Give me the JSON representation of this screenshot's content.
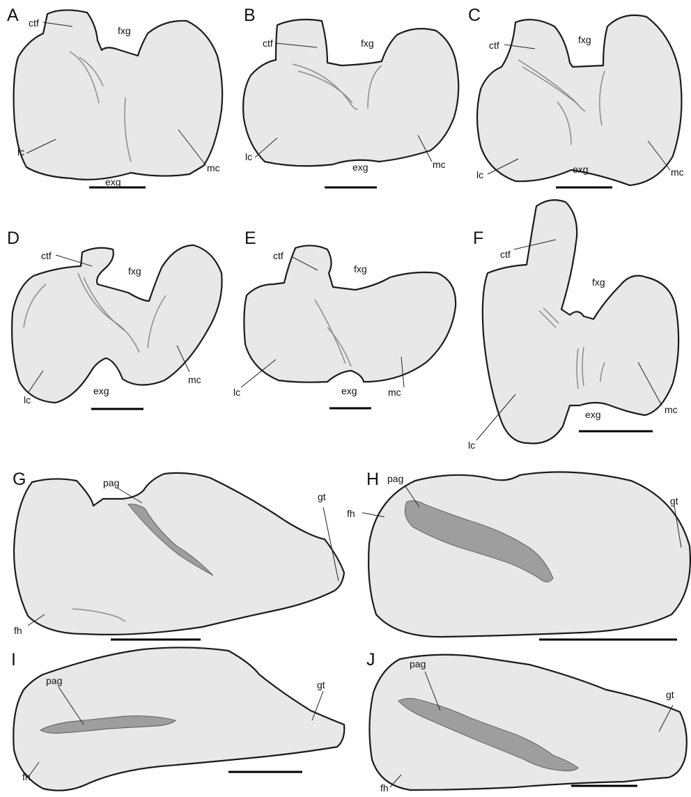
{
  "panels": {
    "A": {
      "letter": "A",
      "ctf": "ctf",
      "fxg": "fxg",
      "lc": "lc",
      "mc": "mc",
      "exg": "exg"
    },
    "B": {
      "letter": "B",
      "ctf": "ctf",
      "fxg": "fxg",
      "lc": "lc",
      "mc": "mc",
      "exg": "exg"
    },
    "C": {
      "letter": "C",
      "ctf": "ctf",
      "fxg": "fxg",
      "lc": "lc",
      "mc": "mc",
      "exg": "exg"
    },
    "D": {
      "letter": "D",
      "ctf": "ctf",
      "fxg": "fxg",
      "lc": "lc",
      "mc": "mc",
      "exg": "exg"
    },
    "E": {
      "letter": "E",
      "ctf": "ctf",
      "fxg": "fxg",
      "lc": "lc",
      "mc": "mc",
      "exg": "exg"
    },
    "F": {
      "letter": "F",
      "ctf": "ctf",
      "fxg": "fxg",
      "lc": "lc",
      "mc": "mc",
      "exg": "exg"
    },
    "G": {
      "letter": "G",
      "pag": "pag",
      "gt": "gt",
      "fh": "fh"
    },
    "H": {
      "letter": "H",
      "pag": "pag",
      "gt": "gt",
      "fh": "fh"
    },
    "I": {
      "letter": "I",
      "pag": "pag",
      "gt": "gt",
      "fh": "fh"
    },
    "J": {
      "letter": "J",
      "pag": "pag",
      "gt": "gt",
      "fh": "fh"
    }
  },
  "colors": {
    "bone_fill": "#e8e8e8",
    "outline": "#1a1a1a",
    "groove_fill": "#9e9e9e",
    "surface_line": "#8a8a8a"
  }
}
